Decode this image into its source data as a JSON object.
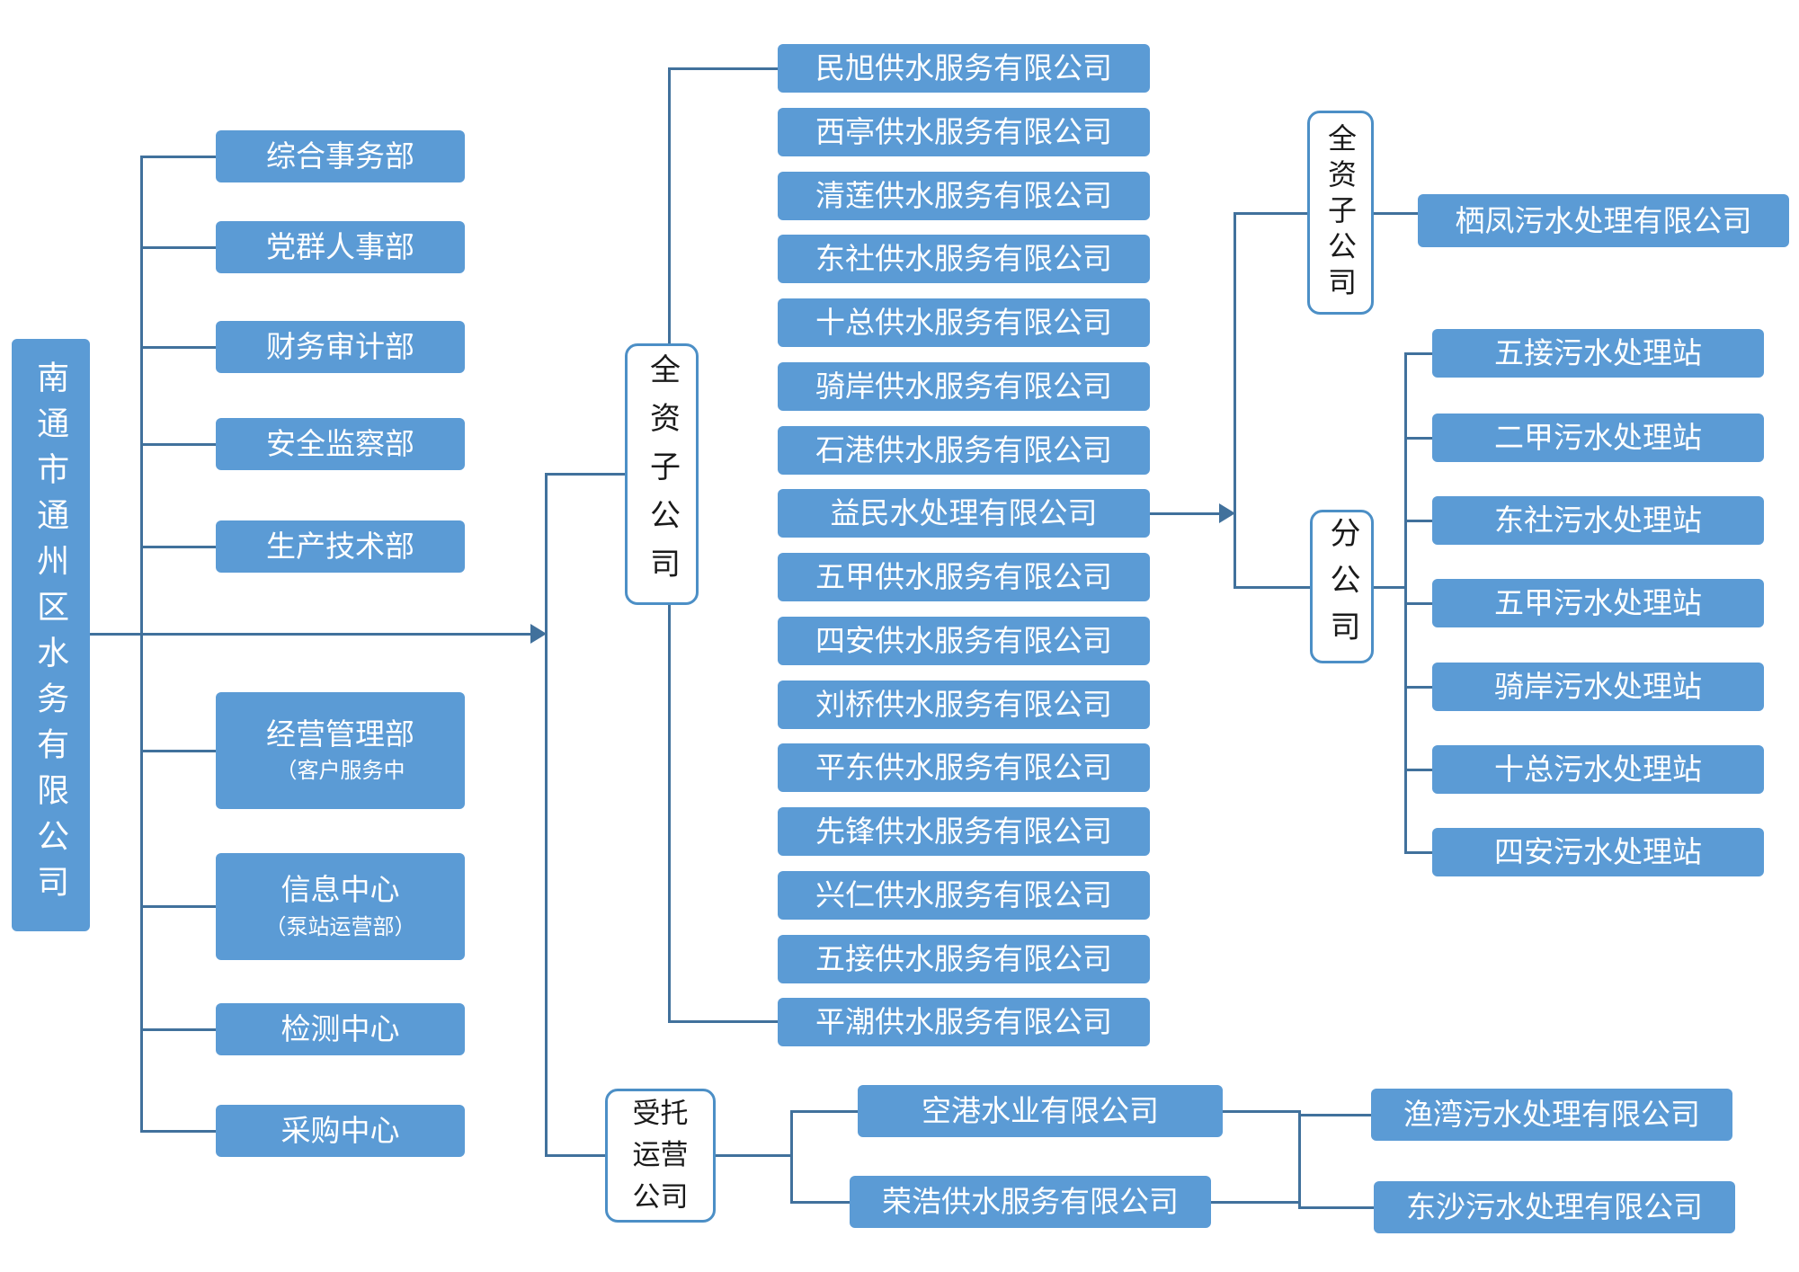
{
  "colors": {
    "box_fill": "#5B9BD5",
    "box_text": "#FFFFFF",
    "connector": "#41719C",
    "outline_box_border": "#4C8FC6",
    "outline_box_text": "#1A1A1A"
  },
  "root": {
    "label": "南通市通州区水务有限公司"
  },
  "departments": [
    {
      "label": "综合事务部"
    },
    {
      "label": "党群人事部"
    },
    {
      "label": "财务审计部"
    },
    {
      "label": "安全监察部"
    },
    {
      "label": "生产技术部"
    },
    {
      "label": "经营管理部",
      "sub": "（客户服务中"
    },
    {
      "label": "信息中心",
      "sub": "（泵站运营部）"
    },
    {
      "label": "检测中心"
    },
    {
      "label": "采购中心"
    }
  ],
  "wholly_owned_group": {
    "label": "全资子公司"
  },
  "subsidiaries": [
    "民旭供水服务有限公司",
    "西亭供水服务有限公司",
    "清莲供水服务有限公司",
    "东社供水服务有限公司",
    "十总供水服务有限公司",
    "骑岸供水服务有限公司",
    "石港供水服务有限公司",
    "益民水处理有限公司",
    "五甲供水服务有限公司",
    "四安供水服务有限公司",
    "刘桥供水服务有限公司",
    "平东供水服务有限公司",
    "先锋供水服务有限公司",
    "兴仁供水服务有限公司",
    "五接供水服务有限公司",
    "平潮供水服务有限公司"
  ],
  "yimin_wholly_owned_group": {
    "label": "全资子公司"
  },
  "yimin_subsidiary": {
    "label": "栖凤污水处理有限公司"
  },
  "branch_group": {
    "label": "分公司"
  },
  "branch_stations": [
    "五接污水处理站",
    "二甲污水处理站",
    "东社污水处理站",
    "五甲污水处理站",
    "骑岸污水处理站",
    "十总污水处理站",
    "四安污水处理站"
  ],
  "entrusted_group": {
    "label": "受托运营公司"
  },
  "entrusted_companies": [
    "空港水业有限公司",
    "荣浩供水服务有限公司"
  ],
  "entrusted_plants": [
    "渔湾污水处理有限公司",
    "东沙污水处理有限公司"
  ]
}
